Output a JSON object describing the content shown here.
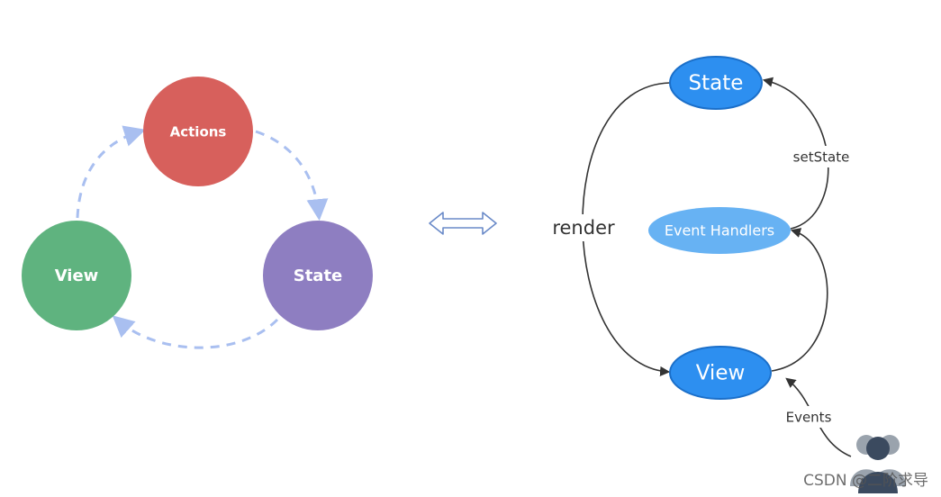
{
  "left_cycle": {
    "actions": {
      "label": "Actions",
      "color": "#d7605c"
    },
    "state": {
      "label": "State",
      "color": "#8e7ec1"
    },
    "view": {
      "label": "View",
      "color": "#5fb37f"
    },
    "arrow_color": "#a9bff0"
  },
  "equivalence": {
    "icon": "double-arrow-icon",
    "color": "#6a8ac8"
  },
  "right_flow": {
    "state": {
      "label": "State",
      "color": "#2d8ff0"
    },
    "event_handlers": {
      "label": "Event Handlers",
      "color": "#67b2f3"
    },
    "view": {
      "label": "View",
      "color": "#2d8ff0"
    },
    "edge_labels": {
      "render": "render",
      "set_state": "setState",
      "events": "Events"
    },
    "user_icon": "users-icon",
    "edge_color": "#333333"
  },
  "watermark": "CSDN @二阶求导"
}
